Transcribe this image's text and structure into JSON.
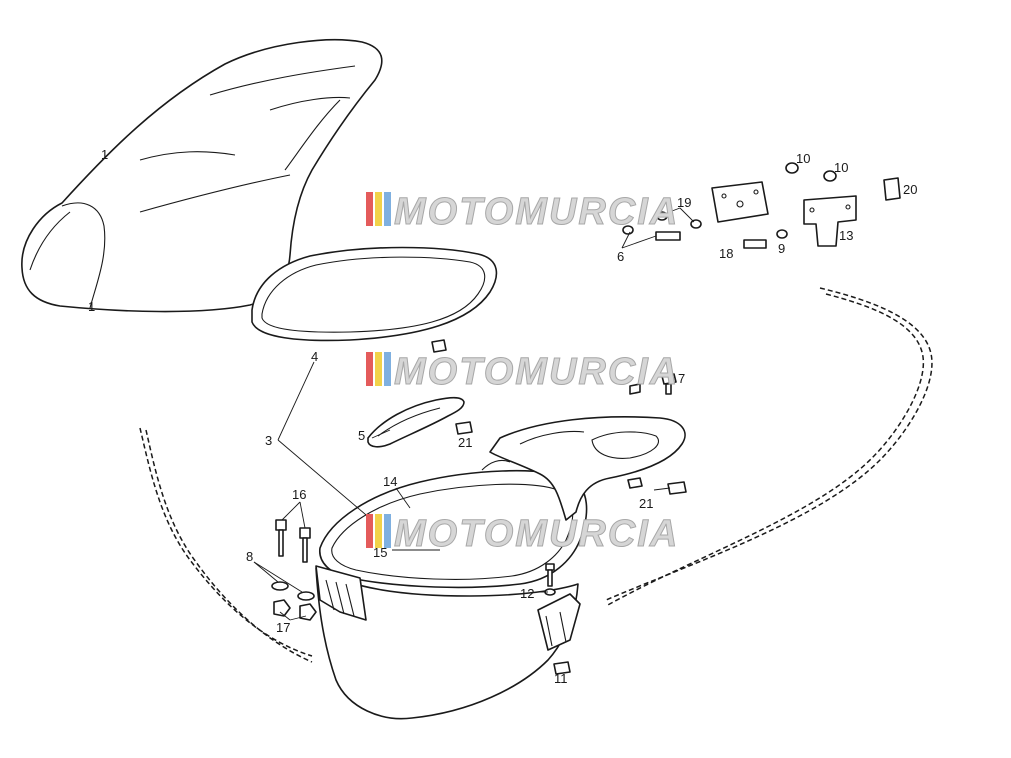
{
  "watermark": {
    "text": "MOTOMURCIA",
    "colors": [
      "#e45b5b",
      "#f2d24a",
      "#7fb0e0"
    ]
  },
  "callouts": {
    "c1": "1",
    "c3": "3",
    "c4": "4",
    "c5": "5",
    "c6": "6",
    "c7": "7",
    "c8": "8",
    "c9": "9",
    "c10a": "10",
    "c10b": "10",
    "c11": "11",
    "c12": "12",
    "c13": "13",
    "c14": "14",
    "c15": "15",
    "c16": "16",
    "c17": "17",
    "c18": "18",
    "c19": "19",
    "c20": "20",
    "c21a": "21",
    "c21b": "21"
  }
}
